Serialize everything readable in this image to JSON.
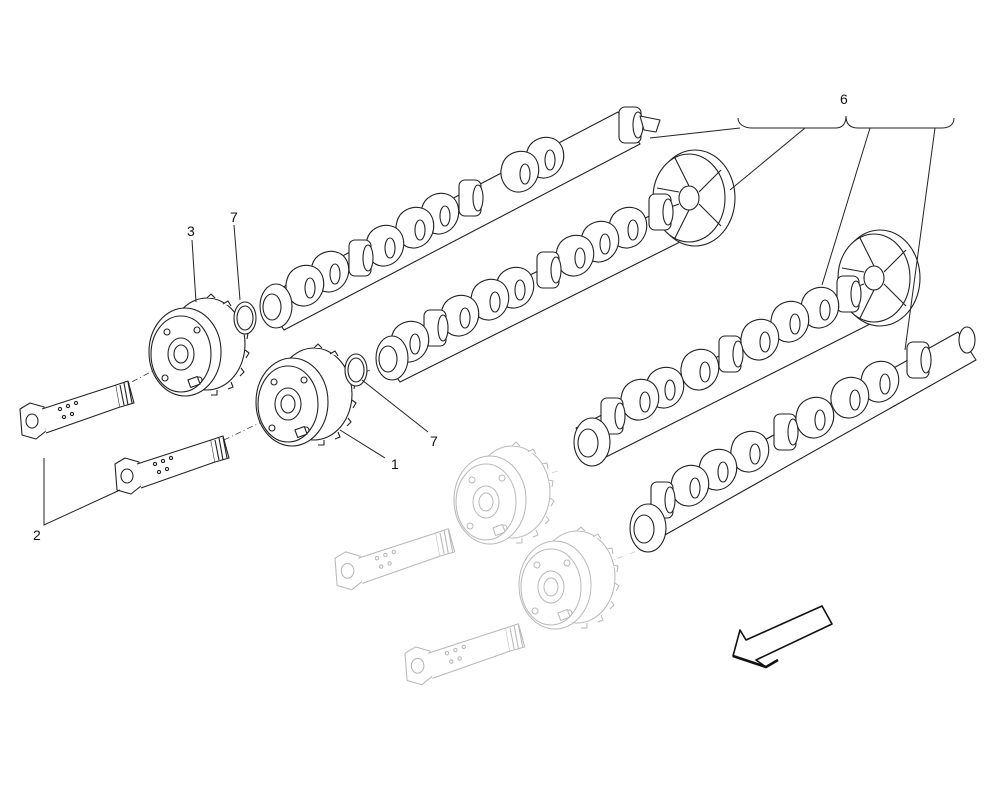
{
  "callouts": {
    "part_1": "1",
    "part_2": "2",
    "part_3": "3",
    "part_6": "6",
    "part_7_upper": "7",
    "part_7_lower": "7"
  },
  "colors": {
    "line": "#222222",
    "ghost_line": "#b8b8b8",
    "background": "#ffffff"
  }
}
